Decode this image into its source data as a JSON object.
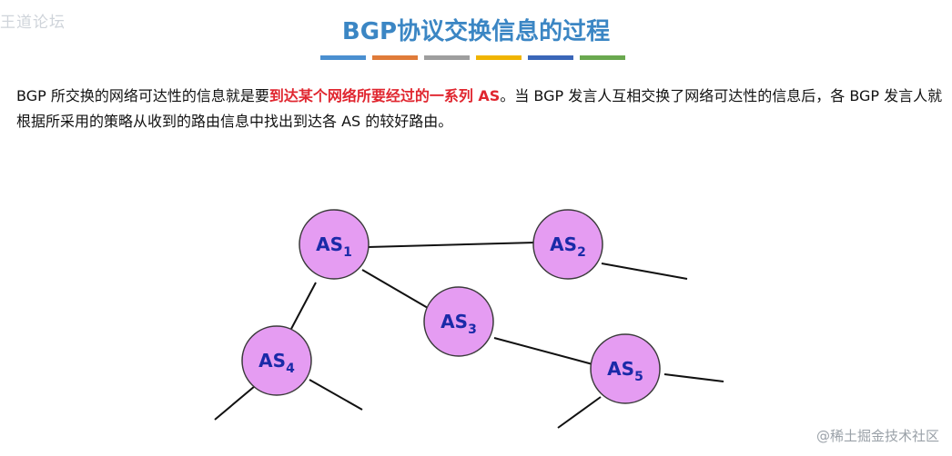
{
  "watermark_top_left": "王道论坛",
  "watermark_bottom_right": "@稀土掘金技术社区",
  "title": "BGP协议交换信息的过程",
  "title_bar_colors": [
    "#4a8fd0",
    "#e07b39",
    "#9e9e9e",
    "#f0b400",
    "#3a66b8",
    "#6aa84f"
  ],
  "paragraph": {
    "part1": "BGP 所交换的网络可达性的信息就是要",
    "highlight": "到达某个网络所要经过的一系列 AS",
    "part2": "。当 BGP 发言人互相交换了网络可达性的信息后，各 BGP 发言人就根据所采用的策略从收到的路由信息中找出到达各 AS 的较好路由。"
  },
  "colors": {
    "node_fill": "#e59cf2",
    "node_stroke": "#3a3a3a",
    "node_text": "#1a2aa8",
    "highlight": "#e0262f"
  },
  "nodes": [
    {
      "id": "as1",
      "label": "AS",
      "sub": "1"
    },
    {
      "id": "as2",
      "label": "AS",
      "sub": "2"
    },
    {
      "id": "as3",
      "label": "AS",
      "sub": "3"
    },
    {
      "id": "as4",
      "label": "AS",
      "sub": "4"
    },
    {
      "id": "as5",
      "label": "AS",
      "sub": "5"
    }
  ]
}
